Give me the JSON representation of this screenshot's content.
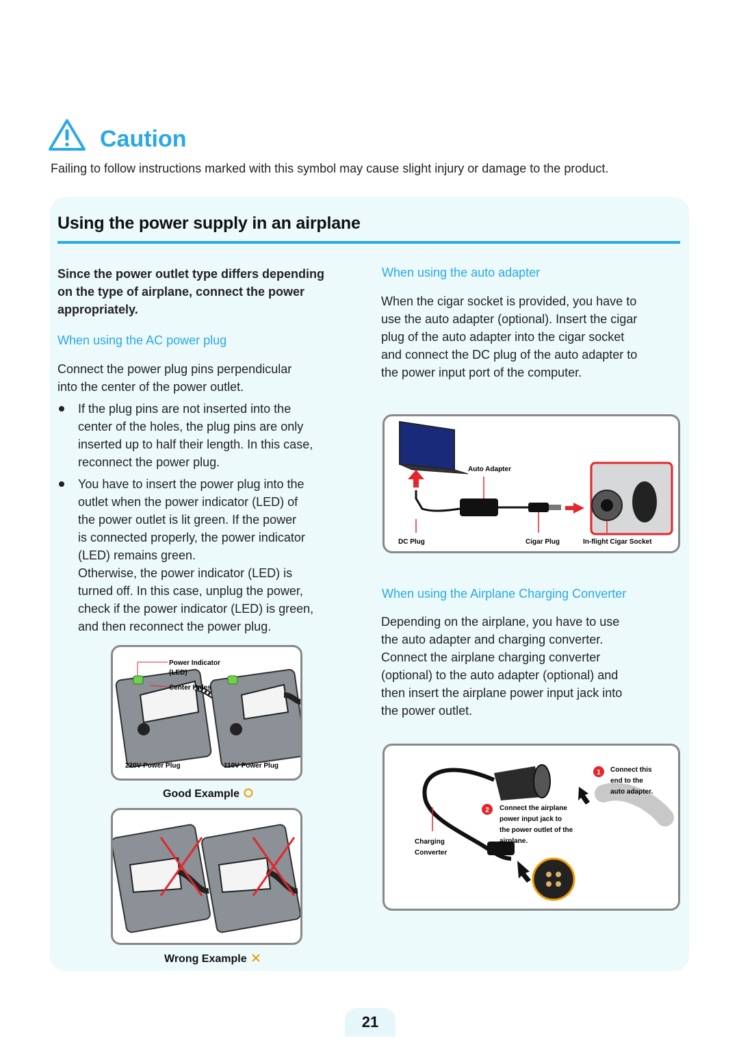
{
  "caution": {
    "title": "Caution",
    "description": "Failing to follow instructions marked with this symbol may cause slight injury or damage to the product."
  },
  "section": {
    "title": "Using the power supply in an airplane",
    "intro": [
      "Since the power outlet type differs depending",
      "on the type of airplane, connect the power",
      "appropriately."
    ],
    "ac": {
      "heading": "When using the AC power plug",
      "text": [
        "Connect the power plug pins perpendicular",
        "into the center of the power outlet."
      ],
      "bullet1": [
        "If the plug pins are not inserted into the",
        "center of the holes, the plug pins are only",
        "inserted up to half their length. In this case,",
        "reconnect the power plug."
      ],
      "bullet2": [
        "You have to insert the power plug into the",
        "outlet when the power indicator (LED) of",
        "the power outlet is lit green. If the power",
        "is connected properly, the power indicator",
        "(LED) remains green.",
        "Otherwise, the power indicator (LED) is",
        "turned off. In this case, unplug the power,",
        "check if the power indicator (LED) is green,",
        "and then reconnect the power plug."
      ]
    },
    "auto": {
      "heading": "When using the auto adapter",
      "text": [
        "When the cigar socket is provided, you have to",
        "use the auto adapter (optional). Insert the cigar",
        "plug of the auto adapter into the cigar socket",
        "and connect the DC plug of the auto adapter to",
        "the power input port of the computer."
      ]
    },
    "converter": {
      "heading": "When using the Airplane Charging Converter",
      "text": [
        "Depending on the airplane, you have to use",
        "the auto adapter and charging converter.",
        "Connect the airplane charging converter",
        "(optional) to the auto adapter (optional) and",
        "then insert the airplane power input jack into",
        "the power outlet."
      ]
    }
  },
  "figures": {
    "good": {
      "led_label": [
        "Power Indicator",
        "(LED)"
      ],
      "holes_label": "Center Holes",
      "plug_220": "220V Power Plug",
      "plug_110": "110V Power Plug",
      "caption": "Good Example"
    },
    "wrong": {
      "caption": "Wrong Example"
    },
    "adapter": {
      "auto_adapter": "Auto Adapter",
      "dc_plug": "DC Plug",
      "cigar_plug": "Cigar Plug",
      "socket": "In-flight Cigar Socket"
    },
    "converter": {
      "step1_num": "1",
      "step1": [
        "Connect this",
        "end to the",
        "auto adapter."
      ],
      "step2_num": "2",
      "step2": [
        "Connect the airplane",
        "power input jack to",
        "the power outlet of the",
        "airplane."
      ],
      "label": [
        "Charging",
        "Converter"
      ]
    }
  },
  "page_number": "21",
  "colors": {
    "accent": "#2aa8e8",
    "panel": "#ecfafb",
    "led_green": "#6fd14f",
    "arrow_red": "#e5262b",
    "circle_orange": "#f29a00"
  }
}
